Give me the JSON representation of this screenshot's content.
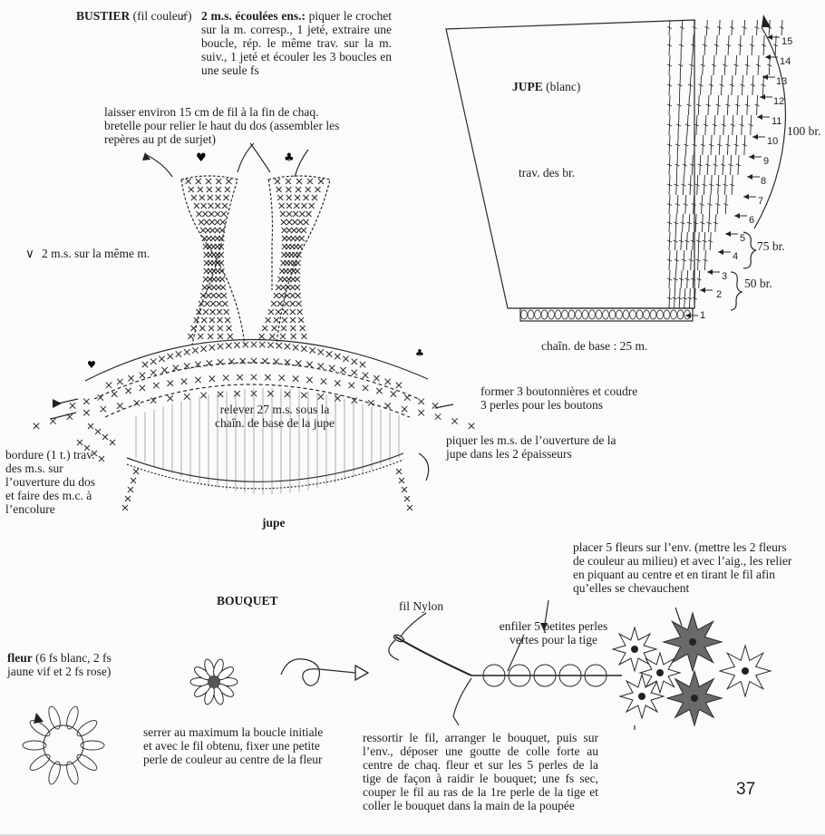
{
  "bustier": {
    "title": "BUSTIER",
    "title_suffix": " (fil couleur)",
    "sym_decrease": "2 m.s. écoulées ens.:",
    "decrease_text": " piquer le crochet sur la m. corresp., 1 jeté, extraire une boucle, rép. le même trav. sur la m. suiv., 1 jeté et écouler les 3 boucles en une seule fs",
    "strap_note": "laisser environ 15 cm de fil à la fin de chaq. bretelle pour relier le haut du dos (assembler les repères au pt de surjet)",
    "sym_increase": "2 m.s. sur la même m.",
    "raise_note": "relever 27 m.s. sous la chaîn. de base de la jupe",
    "edging_note": "bordure (1 t.) trav. des m.s. sur l’ouverture du dos et faire des m.c. à l’encolure",
    "buttonhole_note": "former 3 boutonnières et coudre 3 perles pour les boutons",
    "skirt_stitch_note": "piquer les m.s. de l’ouverture de la jupe dans les 2 épaisseurs",
    "skirt_label": "jupe"
  },
  "jupe": {
    "title": "JUPE",
    "title_suffix": " (blanc)",
    "trav": "trav. des br.",
    "base": "chaîn. de base : 25 m.",
    "rows": [
      "1",
      "2",
      "3",
      "4",
      "5",
      "6",
      "7",
      "8",
      "9",
      "10",
      "11",
      "12",
      "13",
      "14",
      "15"
    ],
    "count_50": "50 br.",
    "count_75": "75 br.",
    "count_100": "100 br."
  },
  "bouquet": {
    "title": "BOUQUET",
    "fleur_label": "fleur",
    "fleur_text": " (6 fs blanc, 2 fs jaune vif et 2 fs rose)",
    "serrer": "serrer au maximum la boucle initiale et avec le fil obtenu, fixer une petite perle de couleur au centre de la fleur",
    "fil_nylon": "fil Nylon",
    "enfiler": "enfiler 5 petites perles vertes pour la tige",
    "placer": "placer 5 fleurs sur l’env. (mettre les 2 fleurs de couleur au milieu) et avec l’aig., les relier en piquant au centre et en tirant le fil afin qu’elles se chevauchent",
    "ressortir": "ressortir le fil, arranger le bouquet, puis sur l’env., déposer une goutte de colle forte au centre de chaq. fleur et sur les 5 perles de la tige de façon à raidir le bouquet; une fs sec, couper le fil au ras de la 1re perle de la tige et coller le bouquet dans la main de la poupée"
  },
  "page_number": "37",
  "colors": {
    "ink": "#1e1e1e",
    "flower_fill": "#6a6a6a",
    "center": "#555555"
  }
}
